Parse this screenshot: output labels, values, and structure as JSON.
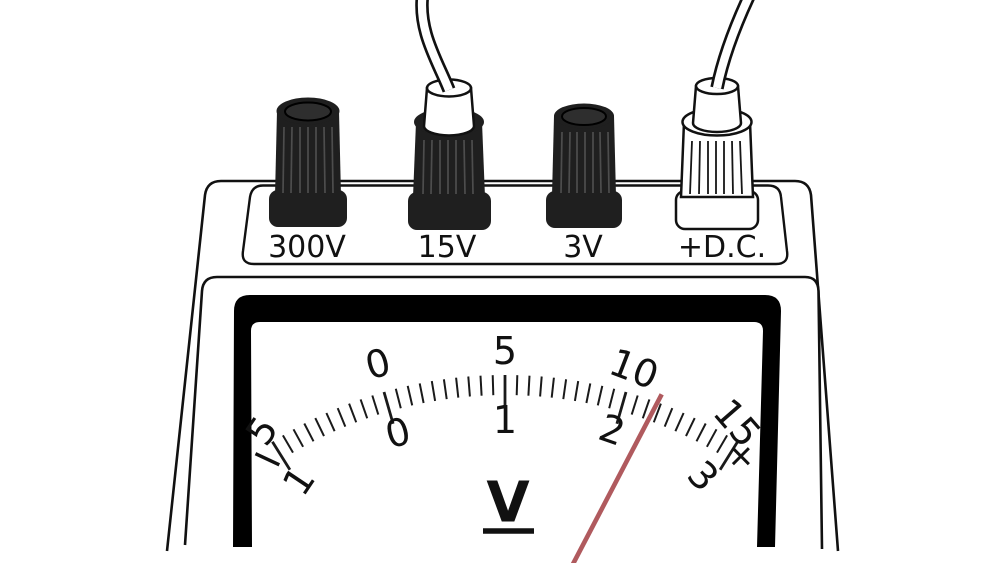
{
  "figure": {
    "device": "voltmeter",
    "terminals": [
      {
        "label": "300V",
        "lead_plugged": false,
        "style": "black"
      },
      {
        "label": "15V",
        "lead_plugged": true,
        "style": "black"
      },
      {
        "label": "3V",
        "lead_plugged": false,
        "style": "black"
      },
      {
        "label": "+D.C.",
        "lead_plugged": true,
        "style": "white"
      }
    ],
    "dial": {
      "unit_label": "V",
      "outer_scale": {
        "full_scale": "15V",
        "tick_min": -5,
        "tick_max": 15,
        "minor_step": 0.5,
        "major_step": 5,
        "labels": [
          {
            "text": "5",
            "value": -5
          },
          {
            "text": "0",
            "value": 0
          },
          {
            "text": "5",
            "value": 5
          },
          {
            "text": "10",
            "value": 10
          },
          {
            "text": "15",
            "value": 15
          }
        ]
      },
      "inner_scale": {
        "full_scale": "3V",
        "labels": [
          {
            "text": "1",
            "value": -1
          },
          {
            "text": "0",
            "value": 0
          },
          {
            "text": "1",
            "value": 1
          },
          {
            "text": "2",
            "value": 2
          },
          {
            "text": "3",
            "value": 3
          }
        ]
      },
      "polarity_signs": {
        "minus": "−",
        "plus": "+"
      },
      "needle": {
        "reading_outer": 11.4,
        "reading_inner": 2.28,
        "color": "#b05a5e"
      }
    }
  }
}
